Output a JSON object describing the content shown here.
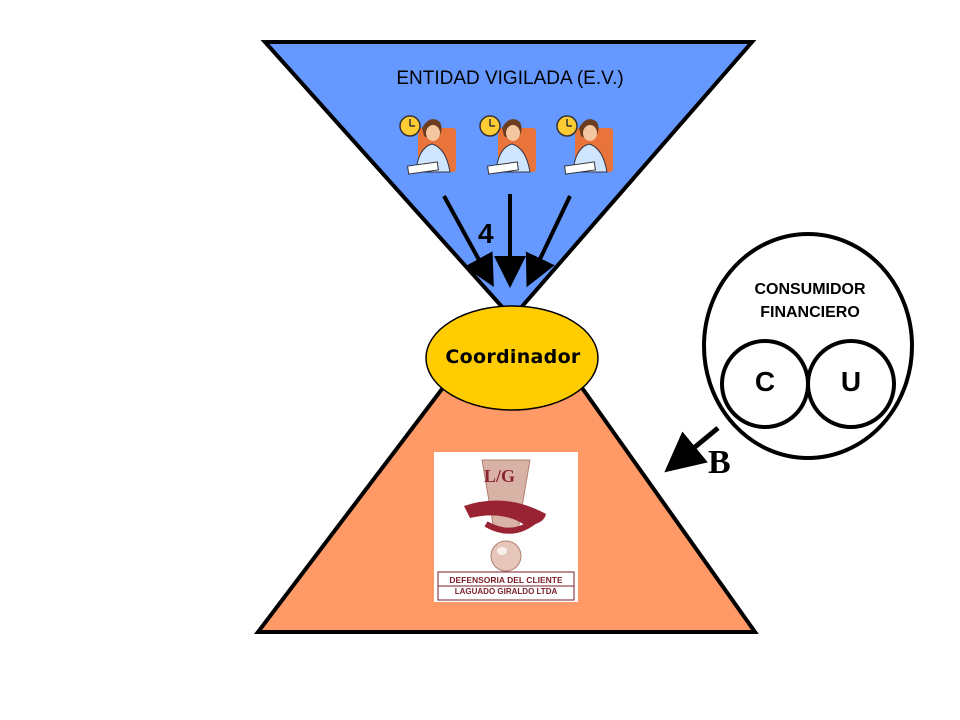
{
  "diagram": {
    "entity_label": "ENTIDAD VIGILADA (E.V.)",
    "step_number": "4",
    "coordinator_label": "Coordinador",
    "consumer_title_line1": "CONSUMIDOR",
    "consumer_title_line2": "FINANCIERO",
    "consumer_c": "C",
    "consumer_u": "U",
    "b_label": "B",
    "logo": {
      "initials": "L/G",
      "line1": "DEFENSORIA DEL CLIENTE",
      "line2": "LAGUADO GIRALDO  LTDA"
    },
    "colors": {
      "top_funnel": "#6699ff",
      "bottom_funnel": "#ff9966",
      "coordinator": "#ffcc00",
      "logo_accent": "#8a2430"
    },
    "icons": [
      "clerk-with-clock-icon",
      "clerk-with-clock-icon",
      "clerk-with-clock-icon",
      "exclamation-mark-logo-icon"
    ]
  }
}
